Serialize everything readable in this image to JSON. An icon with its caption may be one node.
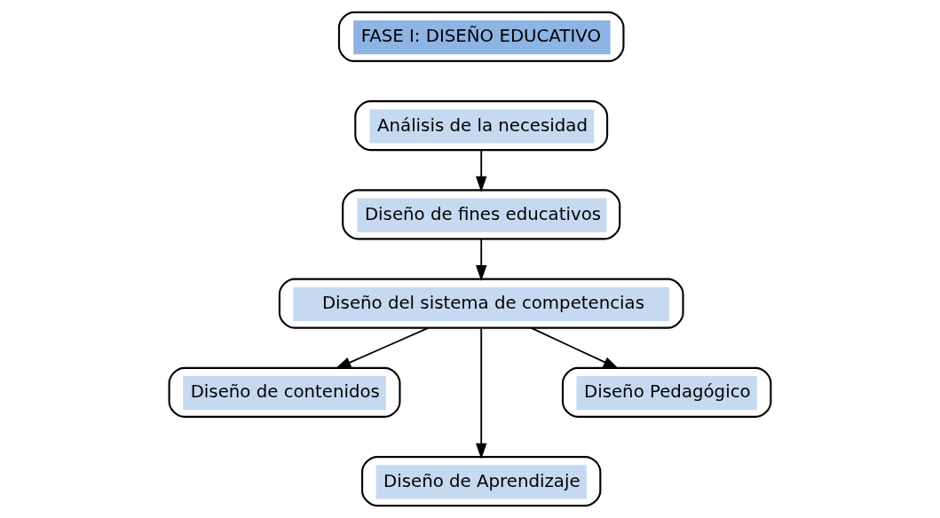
{
  "diagram": {
    "nodes": [
      {
        "text": [
          "FASE I: DISEÑO EDUCATIVO"
        ]
      },
      {
        "text": [
          "Análisis de la necesidad"
        ]
      },
      {
        "text": [
          "Diseño de fines educativos"
        ]
      },
      {
        "text": [
          "Diseño del sistema de competencias"
        ]
      },
      {
        "text": [
          "Diseño de contenidos"
        ]
      },
      {
        "text": [
          "Diseño de Aprendizaje"
        ]
      },
      {
        "text": [
          "Diseño Pedagógico"
        ]
      }
    ],
    "edges": [
      {
        "from": 1,
        "to": 2,
        "arrow": "to"
      },
      {
        "from": 2,
        "to": 3,
        "arrow": "to"
      },
      {
        "from": 3,
        "to": 4,
        "arrow": "to"
      },
      {
        "from": 3,
        "to": 5,
        "arrow": "to"
      },
      {
        "from": 3,
        "to": 6,
        "arrow": "to"
      }
    ]
  }
}
